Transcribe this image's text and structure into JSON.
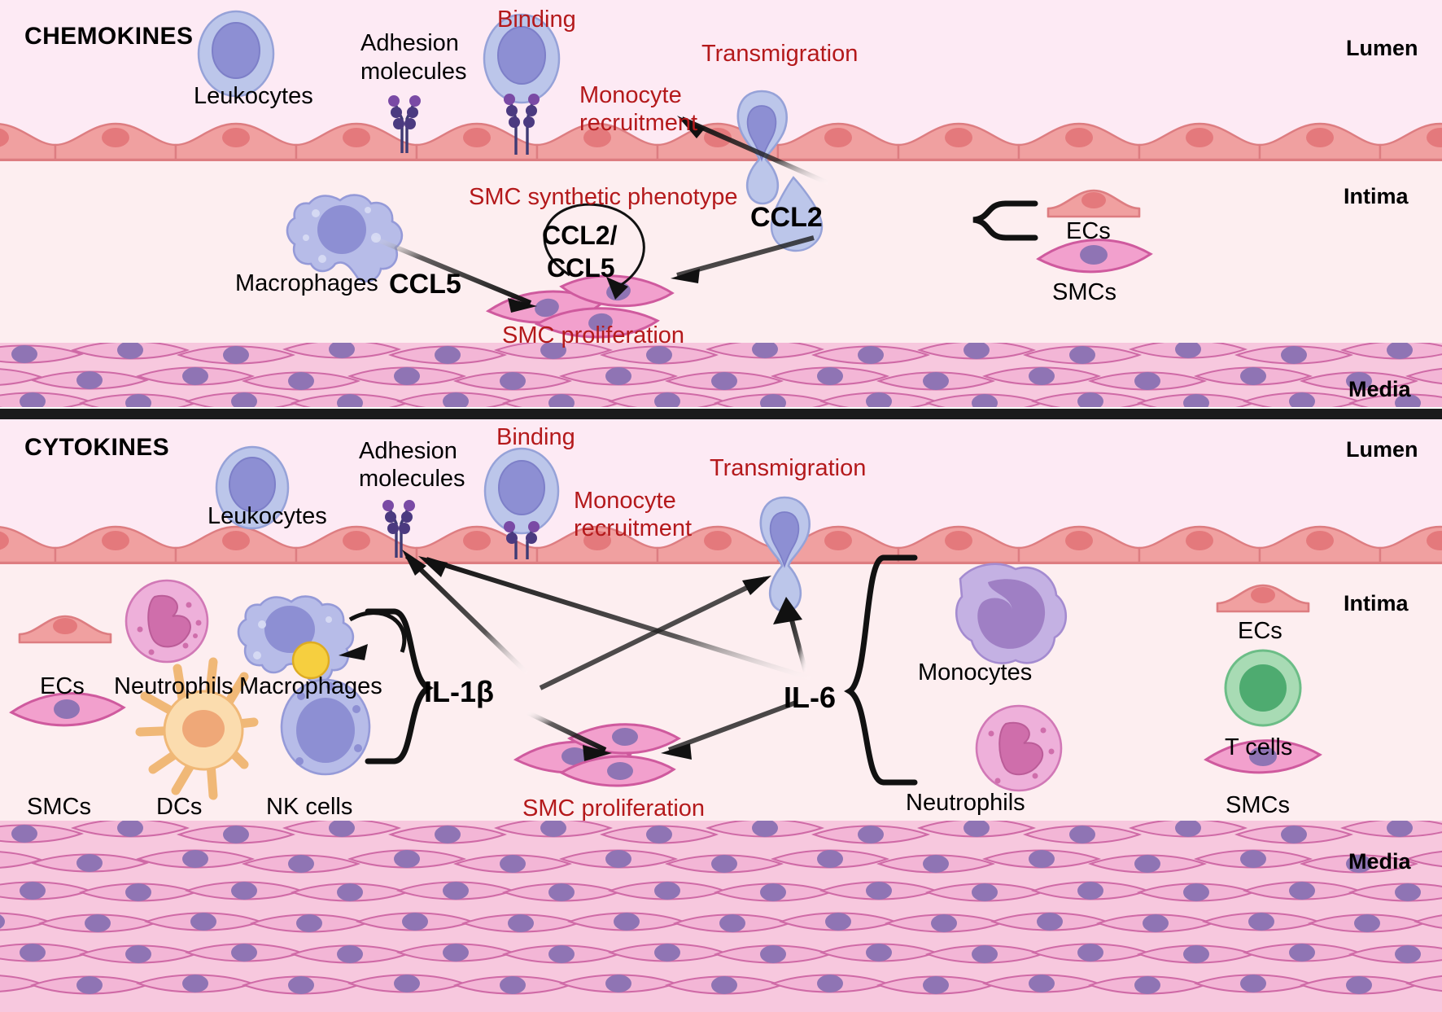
{
  "figure": {
    "title": "Chemokine and cytokine signalling in the arterial wall",
    "colors": {
      "lumen": "#fdeaf4",
      "intima": "#fdeef0",
      "media": "#f7c8de",
      "endothelium_fill": "#f0a0a0",
      "endothelium_stroke": "#dd7d81",
      "smc_fill": "#f2a0cd",
      "smc_stroke": "#cf5a9e",
      "leukocyte_fill": "#bcc6ea",
      "leukocyte_nucleus": "#8d8fd3",
      "macrophage_fill": "#b7bce8",
      "monocyte_fill": "#c4b1e3",
      "neutrophil_fill": "#eeb0da",
      "dc_fill": "#f8d6a6",
      "tcell_fill": "#a8dbb4",
      "annotation_red": "#b4191b",
      "label_black": "#000000",
      "divider_black": "#1b1b1b"
    }
  },
  "panels": [
    {
      "id": "chemokines",
      "title": "CHEMOKINES",
      "zone_labels": [
        "Lumen",
        "Intima",
        "Media"
      ],
      "labels": {
        "leukocytes": "Leukocytes",
        "adhesion_molecules": "Adhesion\nmolecules",
        "adhesion_line1": "Adhesion",
        "adhesion_line2": "molecules",
        "binding": "Binding",
        "monocyte_recruitment_line1": "Monocyte",
        "monocyte_recruitment_line2": "recruitment",
        "transmigration": "Transmigration",
        "macrophages": "Macrophages",
        "smc_synthetic_phenotype": "SMC  synthetic phenotype",
        "smc_proliferation": "SMC  proliferation",
        "ecs": "ECs",
        "smcs": "SMCs"
      },
      "mediators": {
        "ccl2": "CCL2",
        "ccl5": "CCL5",
        "circle_line1": "CCL2/",
        "circle_line2": "CCL5"
      },
      "brace_sources": [
        "ECs",
        "SMCs"
      ]
    },
    {
      "id": "cytokines",
      "title": "CYTOKINES",
      "zone_labels": [
        "Lumen",
        "Intima",
        "Media"
      ],
      "labels": {
        "leukocytes": "Leukocytes",
        "adhesion_line1": "Adhesion",
        "adhesion_line2": "molecules",
        "binding": "Binding",
        "monocyte_recruitment_line1": "Monocyte",
        "monocyte_recruitment_line2": "recruitment",
        "transmigration": "Transmigration",
        "smc_proliferation": "SMC proliferation",
        "ecs_left": "ECs",
        "neutrophils_left": "Neutrophils",
        "macrophages_left": "Macrophages",
        "smcs_left": "SMCs",
        "dcs_left": "DCs",
        "nk_cells_left": "NK cells",
        "monocytes_right": "Monocytes",
        "neutrophils_right": "Neutrophils",
        "ecs_right": "ECs",
        "t_cells_right": "T cells",
        "smcs_right": "SMCs"
      },
      "mediators": {
        "il1b": "IL-1β",
        "il6": "IL-6"
      },
      "il1b_sources": [
        "ECs",
        "Neutrophils",
        "Macrophages",
        "SMCs",
        "DCs",
        "NK cells"
      ],
      "il6_sources": [
        "Monocytes",
        "Neutrophils"
      ]
    }
  ]
}
